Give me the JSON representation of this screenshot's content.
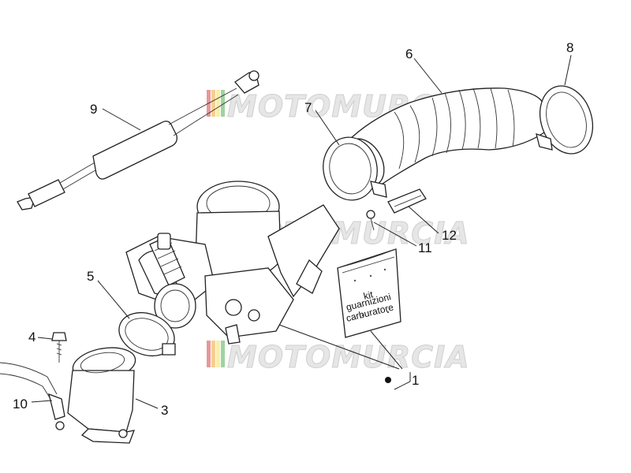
{
  "watermark": "MOTOMURCIA",
  "watermark_stripe_colors": [
    "#d9534f",
    "#f0ad4e",
    "#f7e26b",
    "#5cb85c"
  ],
  "callouts": {
    "p1a": "1",
    "p1b": "1",
    "p3": "3",
    "p4": "4",
    "p5": "5",
    "p6": "6",
    "p7": "7",
    "p8": "8",
    "p9": "9",
    "p10": "10",
    "p11": "11",
    "p12": "12"
  },
  "kit_bag": {
    "line1": "kit",
    "line2": "guarnizioni",
    "line3": "carburatore"
  }
}
